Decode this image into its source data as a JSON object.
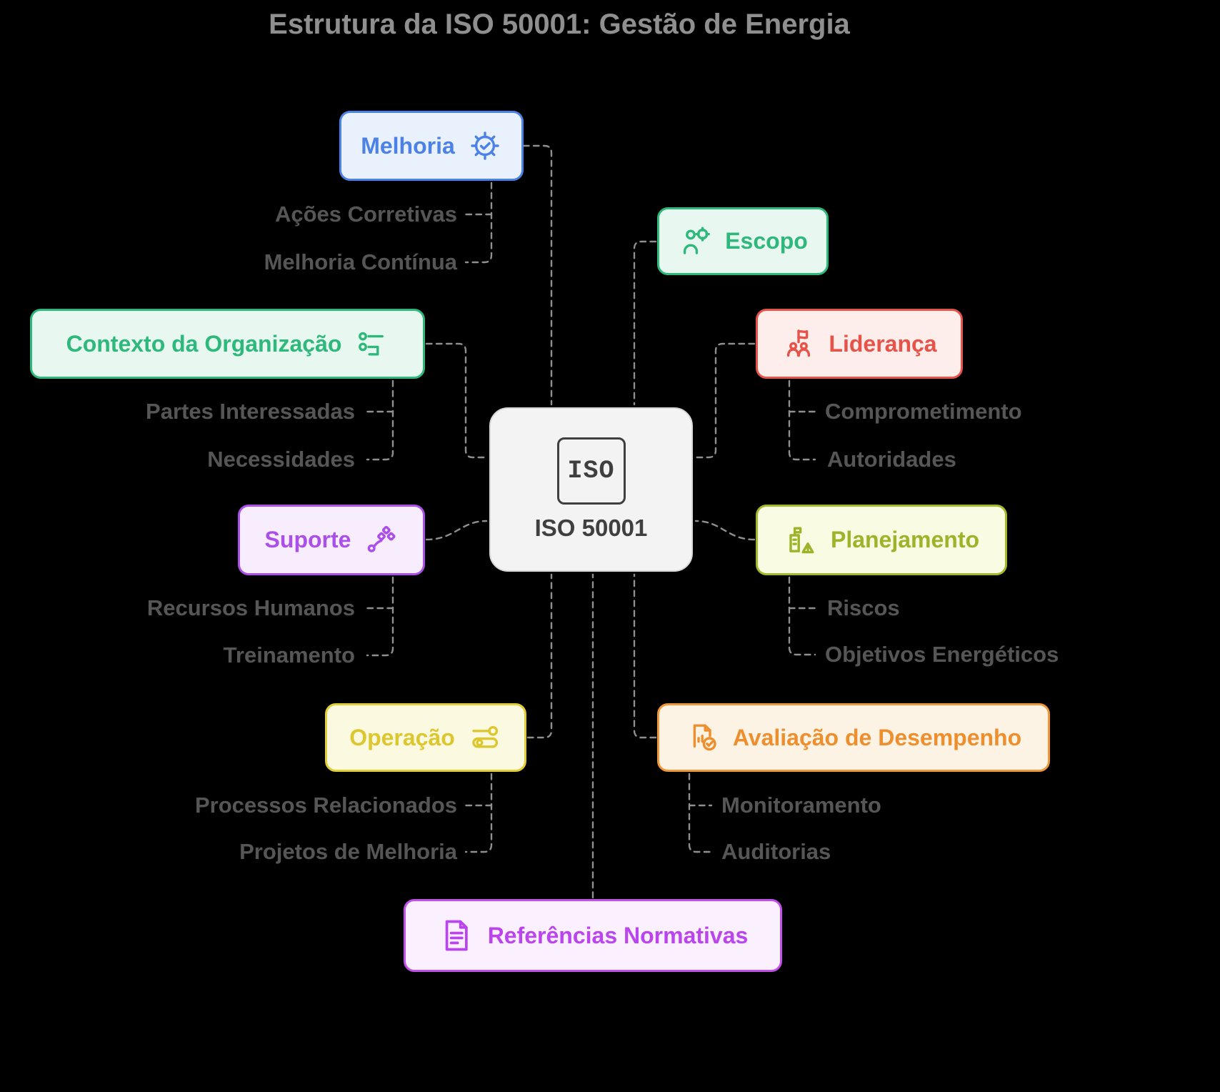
{
  "title": "Estrutura da ISO 50001: Gestão de Energia",
  "center": {
    "logo_text": "ISO",
    "label": "ISO 50001"
  },
  "branches": {
    "melhoria": {
      "label": "Melhoria",
      "icon": "gear-check-icon",
      "color": "#4c82e6",
      "children": [
        "Ações Corretivas",
        "Melhoria Contínua"
      ]
    },
    "escopo": {
      "label": "Escopo",
      "icon": "person-target-icon",
      "color": "#2eb87c",
      "children": []
    },
    "contexto": {
      "label": "Contexto da Organização",
      "icon": "org-structure-icon",
      "color": "#2eb87c",
      "children": [
        "Partes Interessadas",
        "Necessidades"
      ]
    },
    "lideranca": {
      "label": "Liderança",
      "icon": "flag-team-icon",
      "color": "#e65349",
      "children": [
        "Comprometimento",
        "Autoridades"
      ]
    },
    "suporte": {
      "label": "Suporte",
      "icon": "flow-nodes-icon",
      "color": "#aa4fe8",
      "children": [
        "Recursos Humanos",
        "Treinamento"
      ]
    },
    "planejamento": {
      "label": "Planejamento",
      "icon": "factory-warning-icon",
      "color": "#a3b92c",
      "children": [
        "Riscos",
        "Objetivos Energéticos"
      ]
    },
    "operacao": {
      "label": "Operação",
      "icon": "toggle-sliders-icon",
      "color": "#e2cd35",
      "children": [
        "Processos Relacionados",
        "Projetos de Melhoria"
      ]
    },
    "avaliacao": {
      "label": "Avaliação de Desempenho",
      "icon": "report-check-icon",
      "color": "#ef9638",
      "children": [
        "Monitoramento",
        "Auditorias"
      ]
    },
    "referencias": {
      "label": "Referências Normativas",
      "icon": "document-lines-icon",
      "color": "#c14fe8",
      "children": []
    }
  },
  "colors": {
    "background": "#000000",
    "title_text": "#8f8f8f",
    "subitem_text": "#565656",
    "connector": "#8f8f8f",
    "center_bg": "#f3f3f4",
    "center_text": "#3f3f3f"
  }
}
